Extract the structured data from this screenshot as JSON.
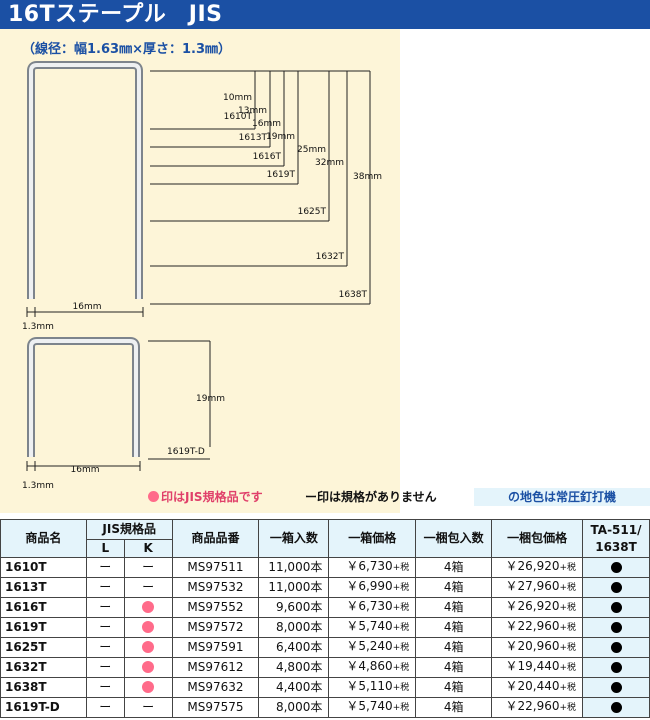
{
  "header": {
    "title": "16Tステープル　JIS"
  },
  "spec_line": "（線径：幅1.63㎜×厚さ：1.3㎜）",
  "diagram": {
    "lengths": [
      "10mm",
      "13mm",
      "16mm",
      "19mm",
      "25mm",
      "32mm",
      "38mm"
    ],
    "models": [
      "1610T",
      "1613T",
      "1616T",
      "1619T",
      "1625T",
      "1632T",
      "1638T"
    ],
    "width": "16mm",
    "thickness": "1.3mm",
    "d_length": "19mm",
    "d_model": "1619T-D",
    "d_width": "16mm",
    "d_thickness": "1.3mm"
  },
  "legend": {
    "jis": "印はJIS規格品です",
    "none": "ー印は規格がありません",
    "ground": "の地色は常圧釘打機"
  },
  "table": {
    "headers": {
      "name": "商品名",
      "jis": "JIS規格品",
      "jis_l": "L",
      "jis_k": "K",
      "code": "商品品番",
      "box_qty": "一箱入数",
      "box_price": "一箱価格",
      "pack_qty": "一梱包入数",
      "pack_price": "一梱包価格",
      "ta": "TA-511/\n1638T"
    },
    "tax_suffix": "+税",
    "rows": [
      {
        "name": "1610T",
        "l": "ー",
        "k": "ー",
        "code": "MS97511",
        "box_qty": "11,000本",
        "box_price": "￥6,730",
        "pack_qty": "4箱",
        "pack_price": "￥26,920"
      },
      {
        "name": "1613T",
        "l": "ー",
        "k": "ー",
        "code": "MS97532",
        "box_qty": "11,000本",
        "box_price": "￥6,990",
        "pack_qty": "4箱",
        "pack_price": "￥27,960"
      },
      {
        "name": "1616T",
        "l": "ー",
        "k": "●",
        "code": "MS97552",
        "box_qty": "9,600本",
        "box_price": "￥6,730",
        "pack_qty": "4箱",
        "pack_price": "￥26,920"
      },
      {
        "name": "1619T",
        "l": "ー",
        "k": "●",
        "code": "MS97572",
        "box_qty": "8,000本",
        "box_price": "￥5,740",
        "pack_qty": "4箱",
        "pack_price": "￥22,960"
      },
      {
        "name": "1625T",
        "l": "ー",
        "k": "●",
        "code": "MS97591",
        "box_qty": "6,400本",
        "box_price": "￥5,240",
        "pack_qty": "4箱",
        "pack_price": "￥20,960"
      },
      {
        "name": "1632T",
        "l": "ー",
        "k": "●",
        "code": "MS97612",
        "box_qty": "4,800本",
        "box_price": "￥4,860",
        "pack_qty": "4箱",
        "pack_price": "￥19,440"
      },
      {
        "name": "1638T",
        "l": "ー",
        "k": "●",
        "code": "MS97632",
        "box_qty": "4,400本",
        "box_price": "￥5,110",
        "pack_qty": "4箱",
        "pack_price": "￥20,440"
      },
      {
        "name": "1619T-D",
        "l": "ー",
        "k": "ー",
        "code": "MS97575",
        "box_qty": "8,000本",
        "box_price": "￥5,740",
        "pack_qty": "4箱",
        "pack_price": "￥22,960"
      }
    ]
  },
  "colors": {
    "header": "#1b50a4",
    "panel": "#fdf5d8",
    "jis_dot": "#ff6b8a",
    "ground": "#e4f4fb"
  }
}
